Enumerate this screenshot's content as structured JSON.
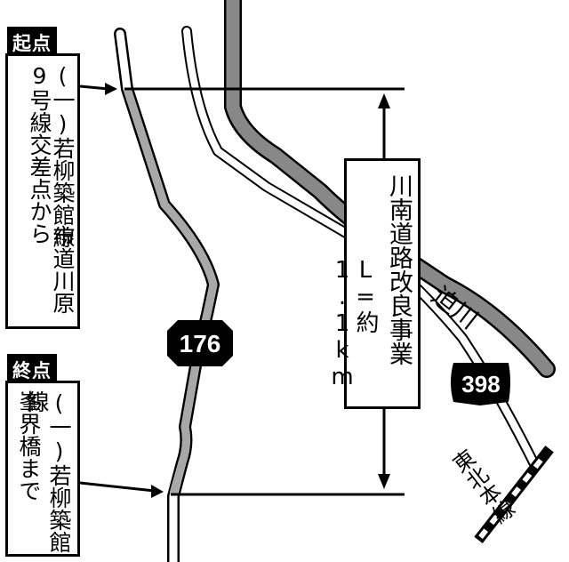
{
  "start": {
    "tag": "起点",
    "line1": "(一)若柳築館線",
    "line2": "9号線交差点から",
    "line3": "市道川原"
  },
  "end": {
    "tag": "終点",
    "line1": "(一)若柳築館線",
    "line2": "峯界橋まで"
  },
  "project": {
    "title": "川南道路改良事業",
    "length": "L=約1.1km"
  },
  "labels": {
    "river": "迫川",
    "route_176": "176",
    "route_398": "398",
    "railway": "東北本線"
  },
  "colors": {
    "river_gray": "#888888",
    "project_gray": "#a8a8a8",
    "ink": "#000000"
  }
}
